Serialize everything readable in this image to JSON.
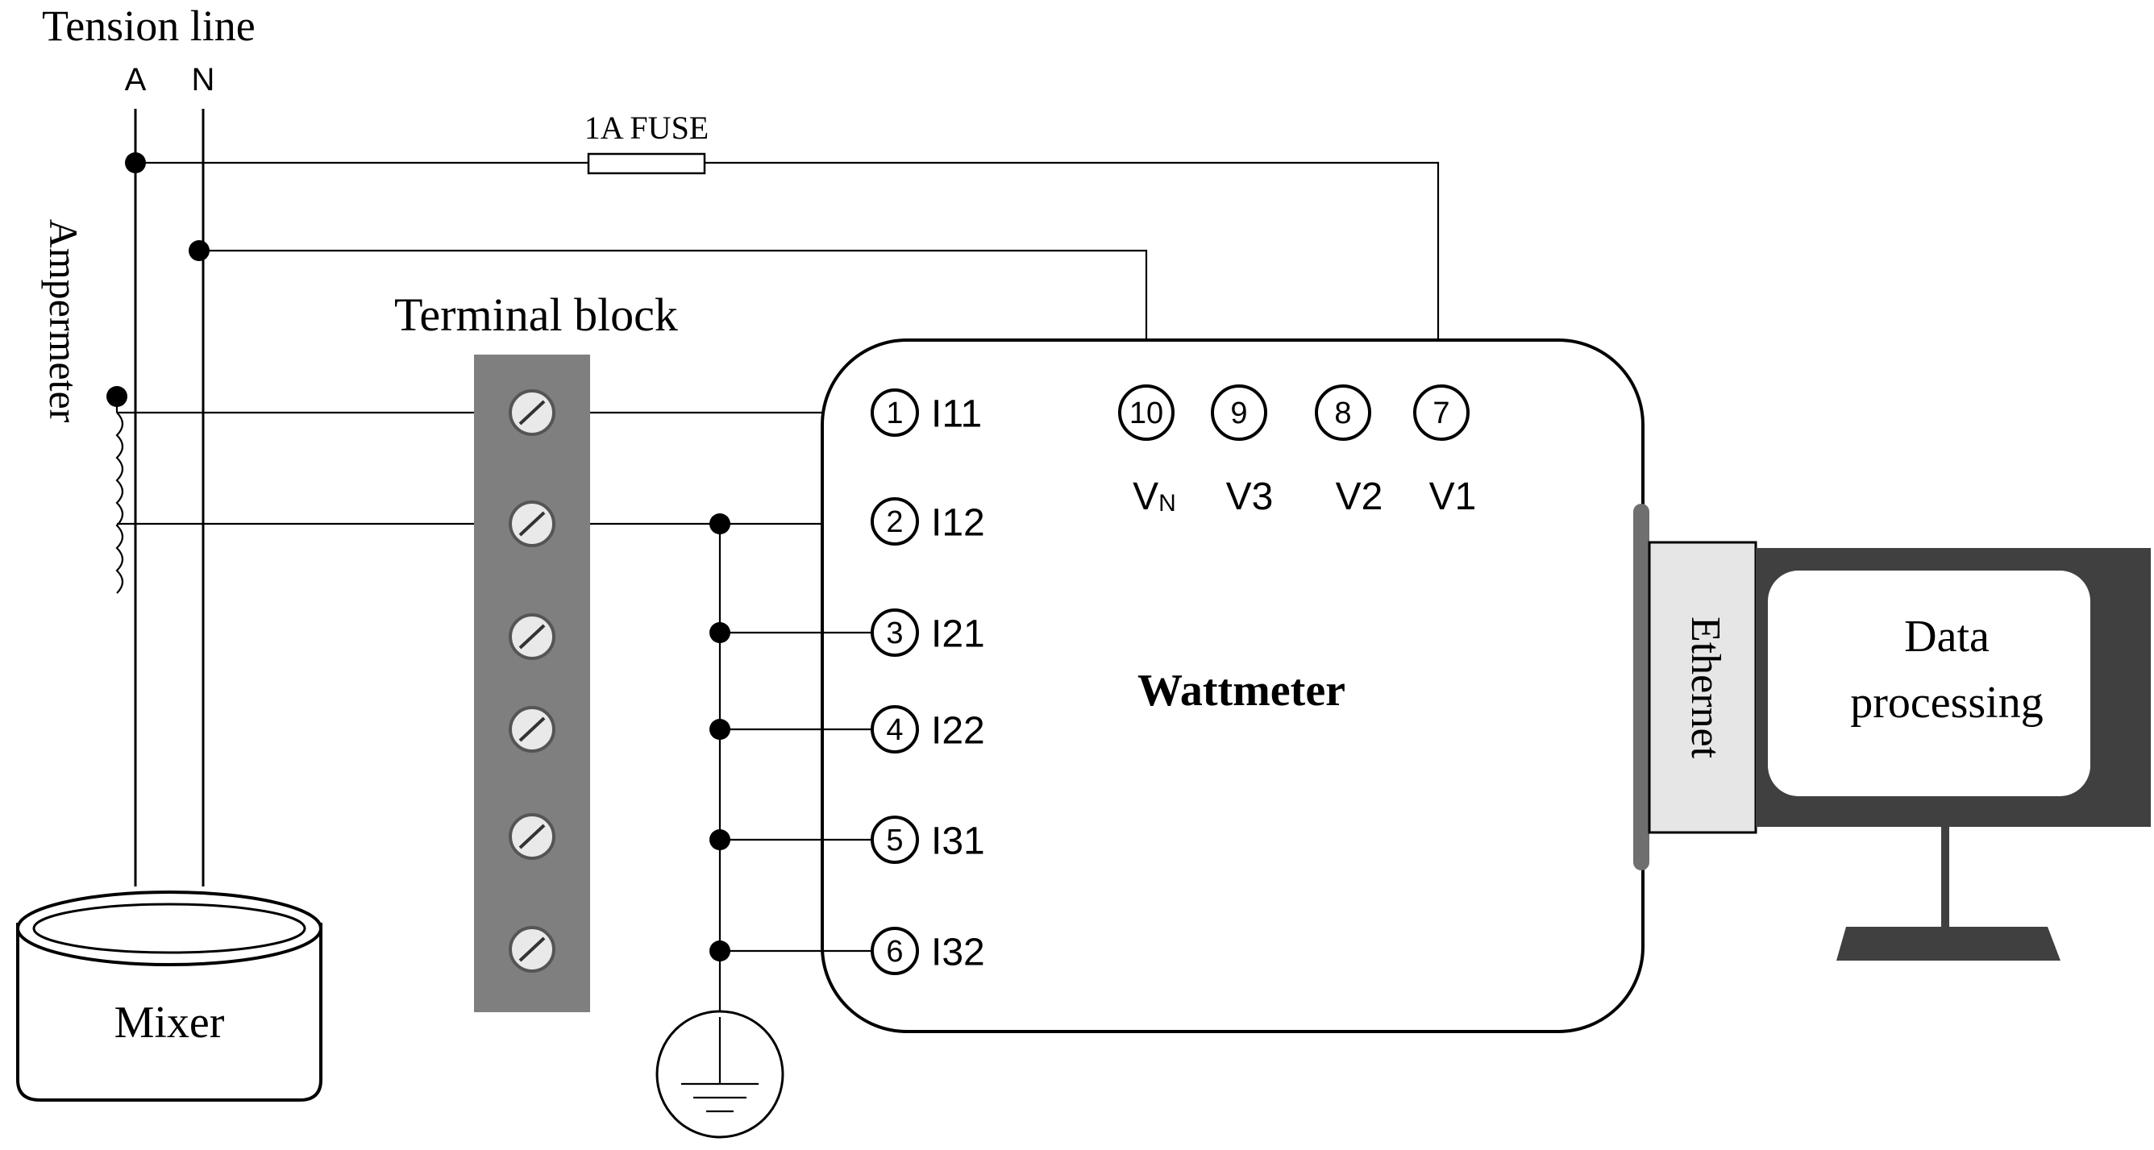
{
  "tension_line": {
    "title": "Tension line",
    "phase_label": "A",
    "neutral_label": "N"
  },
  "fuse": {
    "label": "1A FUSE"
  },
  "amperemeter": {
    "label": "Ampermeter"
  },
  "terminal_block": {
    "label": "Terminal block",
    "screw_count": 6
  },
  "wattmeter": {
    "label": "Wattmeter",
    "current_terminals": [
      {
        "num": "1",
        "label": "I11"
      },
      {
        "num": "2",
        "label": "I12"
      },
      {
        "num": "3",
        "label": "I21"
      },
      {
        "num": "4",
        "label": "I22"
      },
      {
        "num": "5",
        "label": "I31"
      },
      {
        "num": "6",
        "label": "I32"
      }
    ],
    "voltage_terminals": [
      {
        "num": "10",
        "label": "V",
        "sub": "N"
      },
      {
        "num": "9",
        "label": "V3",
        "sub": ""
      },
      {
        "num": "8",
        "label": "V2",
        "sub": ""
      },
      {
        "num": "7",
        "label": "V1",
        "sub": ""
      }
    ]
  },
  "ethernet": {
    "label": "Ethernet"
  },
  "data_processing": {
    "line1": "Data",
    "line2": "processing"
  },
  "mixer": {
    "label": "Mixer"
  },
  "ground": {
    "name": "earth-ground-icon"
  }
}
